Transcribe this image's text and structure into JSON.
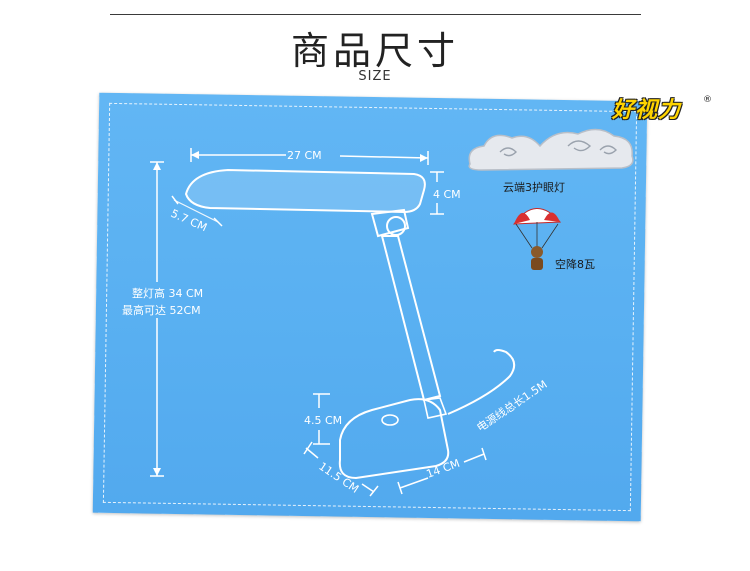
{
  "header": {
    "title": "商品尺寸",
    "subtitle": "SIZE"
  },
  "brand": {
    "logo_text": "好视力",
    "registered_mark": "®"
  },
  "dimensions": {
    "head_width": "27 CM",
    "head_height": "4 CM",
    "head_depth": "5.7 CM",
    "total_height_line1": "整灯高 34 CM",
    "total_height_line2": "最高可达 52CM",
    "base_height": "4.5 CM",
    "base_depth": "11.5 CM",
    "base_width": "14 CM",
    "cable_length": "电源线总长1.5M"
  },
  "features": {
    "cloud_label": "云端3护眼灯",
    "parachute_label": "空降8瓦"
  },
  "colors": {
    "board_blue": "#5aaff2",
    "brand_yellow": "#ffd400"
  }
}
